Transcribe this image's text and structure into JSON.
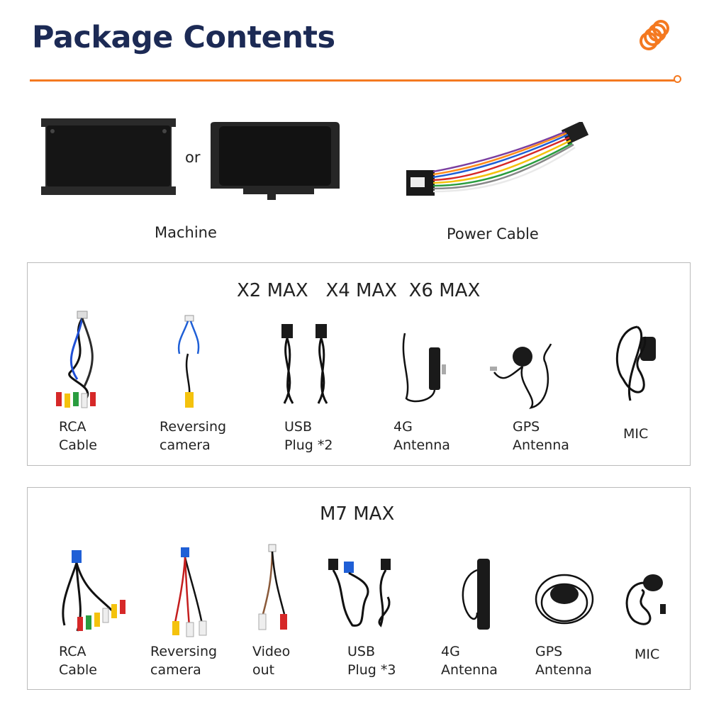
{
  "header": {
    "title": "Package Contents",
    "logo_icon": "orange-coil-logo",
    "accent_color": "#f47920",
    "title_color": "#1c2a55"
  },
  "top": {
    "or_text": "or",
    "machine_label": "Machine",
    "power_cable_label": "Power Cable"
  },
  "panel_max": {
    "title": "X2 MAX   X4 MAX  X6 MAX",
    "items": [
      {
        "line1": "RCA",
        "line2": "Cable"
      },
      {
        "line1": "Reversing",
        "line2": "camera"
      },
      {
        "line1": "USB",
        "line2": "Plug *2"
      },
      {
        "line1": "4G",
        "line2": "Antenna"
      },
      {
        "line1": "GPS",
        "line2": "Antenna"
      },
      {
        "line1": "MIC",
        "line2": ""
      }
    ]
  },
  "panel_m7": {
    "title": "M7 MAX",
    "items": [
      {
        "line1": "RCA",
        "line2": "Cable"
      },
      {
        "line1": "Reversing",
        "line2": "camera"
      },
      {
        "line1": "Video",
        "line2": "out"
      },
      {
        "line1": "USB",
        "line2": "Plug *3"
      },
      {
        "line1": "4G",
        "line2": "Antenna"
      },
      {
        "line1": "GPS",
        "line2": "Antenna"
      },
      {
        "line1": "MIC",
        "line2": ""
      }
    ]
  }
}
